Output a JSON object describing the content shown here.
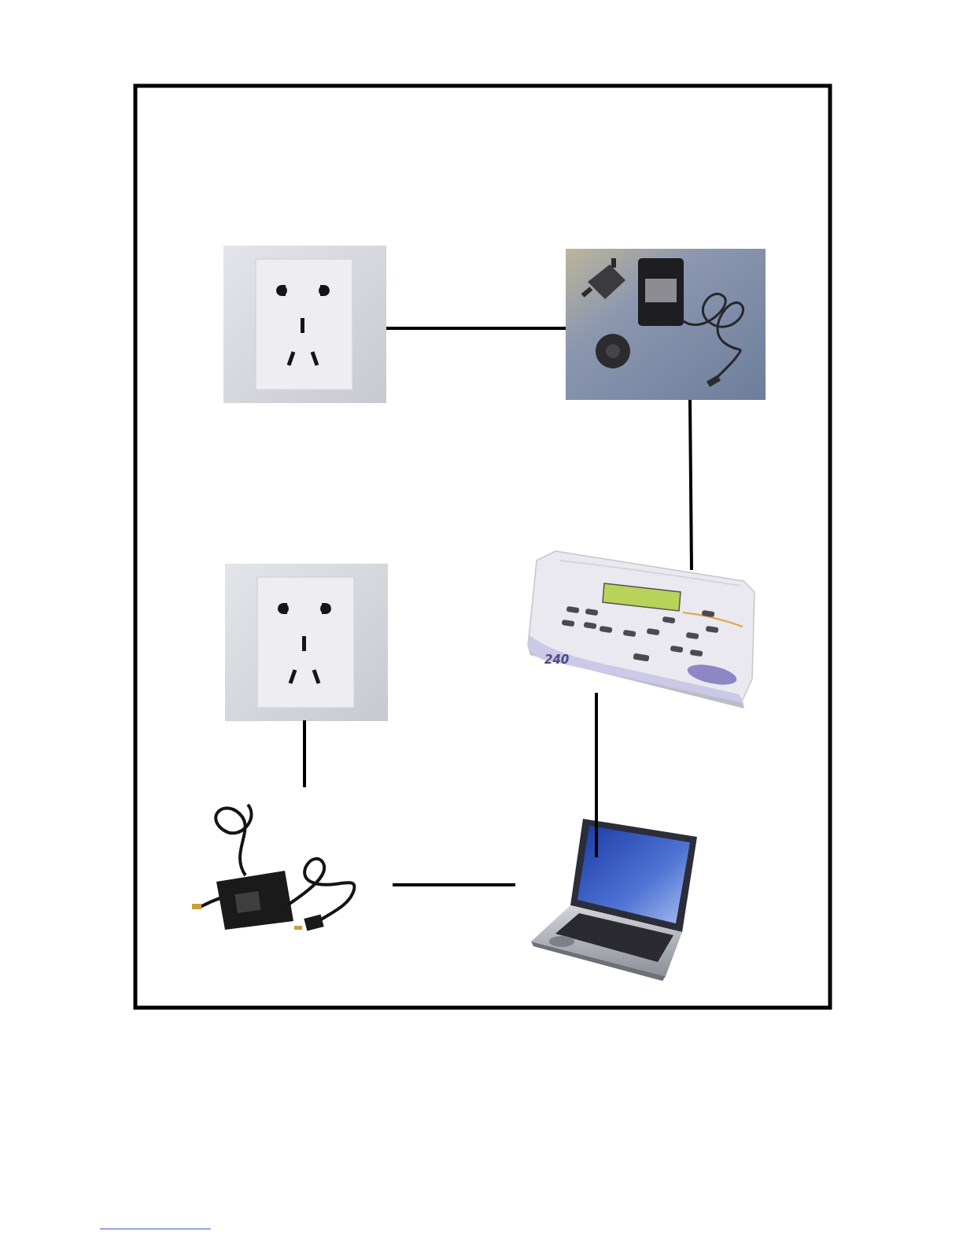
{
  "diagram": {
    "nodes": [
      {
        "text": []
      },
      {
        "text": []
      },
      {
        "text": []
      },
      {
        "text": [
          "240"
        ]
      },
      {
        "text": []
      },
      {
        "text": []
      }
    ],
    "edges": [
      {
        "from": 0,
        "to": 1,
        "arrow": "none"
      },
      {
        "from": 1,
        "to": 3,
        "arrow": "none"
      },
      {
        "from": 2,
        "to": 4,
        "arrow": "none"
      },
      {
        "from": 3,
        "to": 5,
        "arrow": "none"
      },
      {
        "from": 4,
        "to": 5,
        "arrow": "none"
      }
    ]
  }
}
